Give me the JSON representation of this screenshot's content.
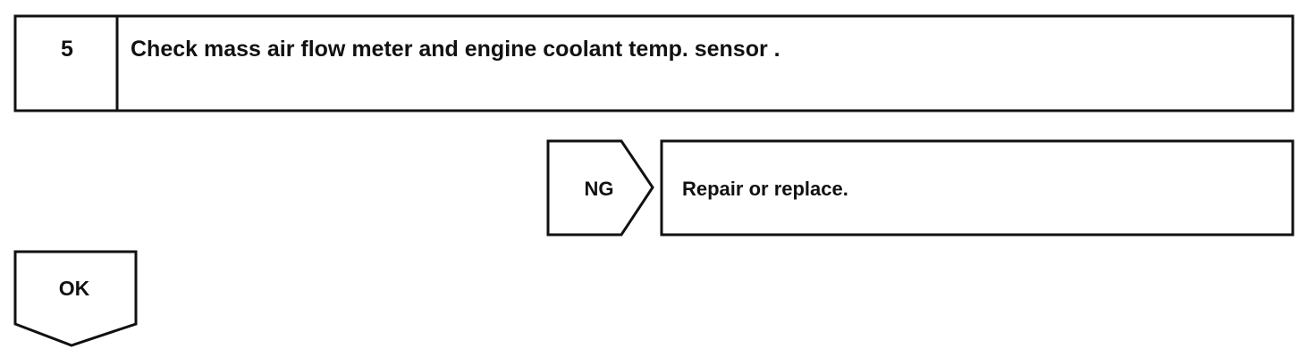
{
  "step": {
    "number": "5",
    "title": "Check mass air flow meter and engine coolant temp. sensor ."
  },
  "ng_branch": {
    "label": "NG",
    "action": "Repair or replace."
  },
  "ok_branch": {
    "label": "OK"
  }
}
